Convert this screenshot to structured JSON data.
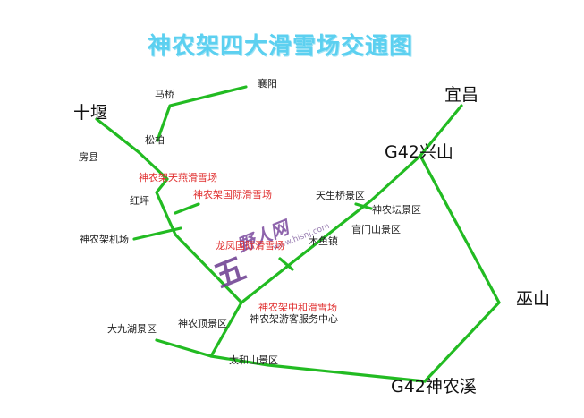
{
  "title": "神农架四大滑雪场交通图",
  "road_color": "#22bb22",
  "ski_label_color": "#e03030",
  "title_color": "#5cd0f0",
  "cities": {
    "yichang": "宜昌",
    "xingshan": "G42兴山",
    "wushan": "巫山",
    "shennongxi": "G42神农溪",
    "shiyan": "十堰",
    "xiangyang": "襄阳",
    "maqiao": "马桥",
    "songbai": "松柏",
    "fangxian": "房县",
    "hongping": "红坪",
    "airport": "神农架机场",
    "tianshengqiao": "天生桥景区",
    "shennongtan": "神农坛景区",
    "guanmenshan": "官门山景区",
    "muyu": "木鱼镇",
    "visitor_center": "神农架游客服务中心",
    "shennongding": "神农顶景区",
    "dajiuhu": "大九湖景区",
    "taiheshan": "太和山景区"
  },
  "ski_resorts": {
    "tianyan": "神农架天燕滑雪场",
    "guoji": "神农架国际滑雪场",
    "longfeng": "龙凤国际滑雪场",
    "zhonghe": "神农架中和滑雪场"
  },
  "watermark": {
    "text": "野人网",
    "url": "www.hisnj.com"
  }
}
